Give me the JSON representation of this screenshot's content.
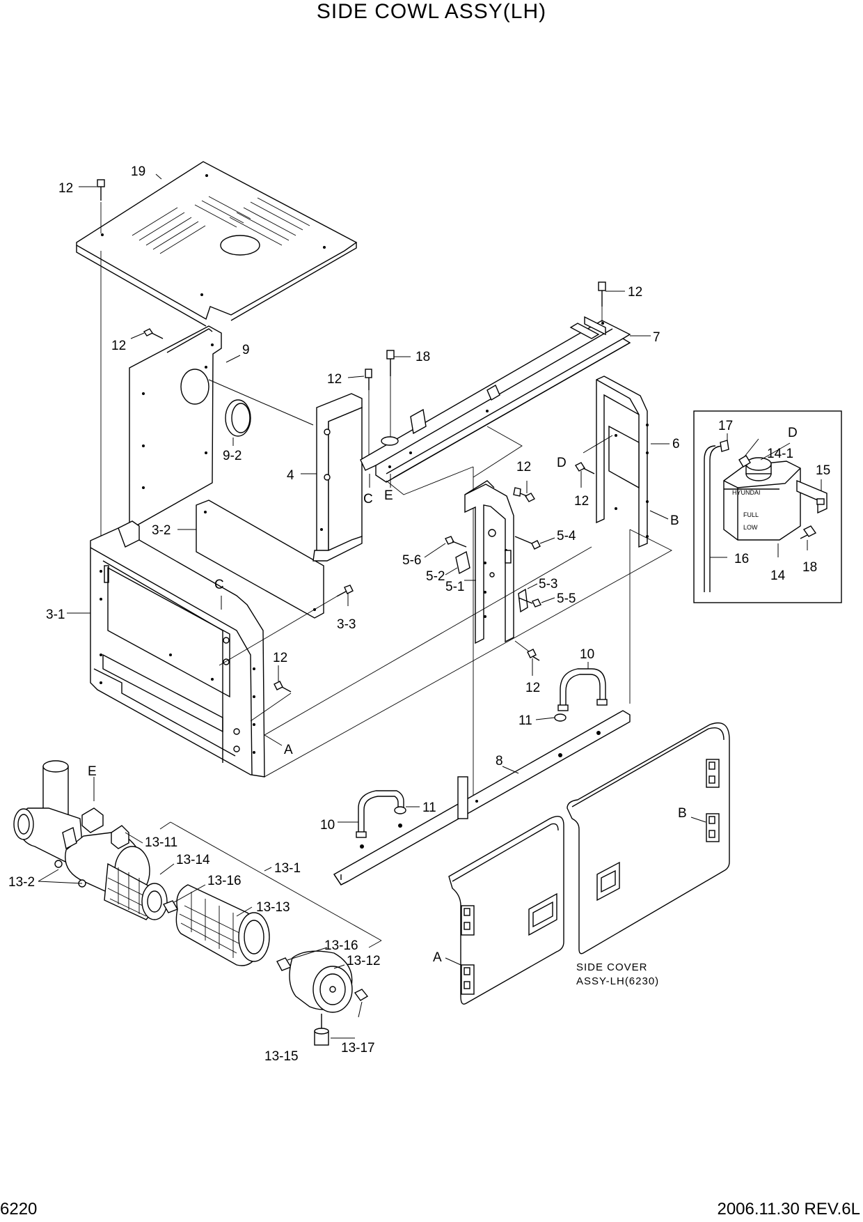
{
  "title": "SIDE COWL ASSY(LH)",
  "footer": {
    "page": "6220",
    "revision": "2006.11.30  REV.6L"
  },
  "labels": {
    "19": "19",
    "12": "12",
    "9": "9",
    "9_2": "9-2",
    "7": "7",
    "18": "18",
    "6": "6",
    "4": "4",
    "C": "C",
    "E": "E",
    "D": "D",
    "B": "B",
    "A": "A",
    "3_2": "3-2",
    "3_1": "3-1",
    "3_3": "3-3",
    "5_1": "5-1",
    "5_2": "5-2",
    "5_3": "5-3",
    "5_4": "5-4",
    "5_5": "5-5",
    "5_6": "5-6",
    "17": "17",
    "14": "14",
    "14_1": "14-1",
    "15": "15",
    "16": "16",
    "10": "10",
    "11": "11",
    "8": "8",
    "13_1": "13-1",
    "13_2": "13-2",
    "13_11": "13-11",
    "13_12": "13-12",
    "13_13": "13-13",
    "13_14": "13-14",
    "13_15": "13-15",
    "13_16": "13-16",
    "13_17": "13-17"
  },
  "tank_markings": {
    "brand": "HYUNDAI",
    "full": "FULL",
    "low": "LOW"
  },
  "side_cover_note": {
    "line1": "SIDE COVER",
    "line2": "ASSY-LH(6230)"
  }
}
